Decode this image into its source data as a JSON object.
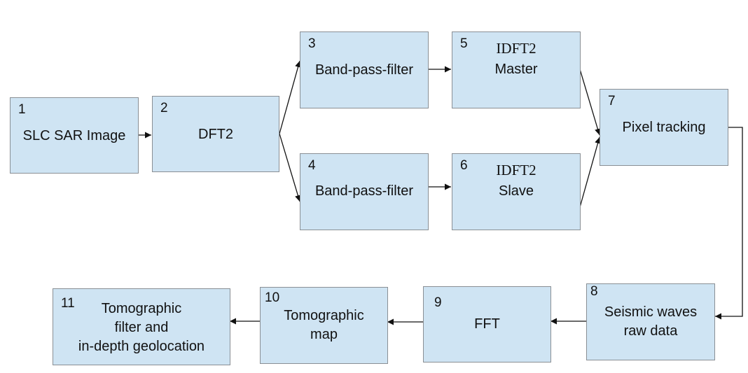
{
  "nodes": {
    "n1": {
      "num": "1",
      "lines": [
        "SLC SAR Image"
      ]
    },
    "n2": {
      "num": "2",
      "lines": [
        "DFT2"
      ]
    },
    "n3": {
      "num": "3",
      "lines": [
        "Band-pass-filter"
      ]
    },
    "n4": {
      "num": "4",
      "lines": [
        "Band-pass-filter"
      ]
    },
    "n5": {
      "num": "5",
      "lines": [
        "IDFT2",
        "Master"
      ]
    },
    "n6": {
      "num": "6",
      "lines": [
        "IDFT2",
        "Slave"
      ]
    },
    "n7": {
      "num": "7",
      "lines": [
        "Pixel tracking"
      ]
    },
    "n8": {
      "num": "8",
      "lines": [
        "Seismic waves",
        "raw data"
      ]
    },
    "n9": {
      "num": "9",
      "lines": [
        "FFT"
      ]
    },
    "n10": {
      "num": "10",
      "lines": [
        "Tomographic",
        "map"
      ]
    },
    "n11": {
      "num": "11",
      "lines": [
        "Tomographic",
        "filter and",
        "in-depth geolocation"
      ]
    }
  },
  "colors": {
    "box_fill": "#cfe4f3",
    "box_border": "#8a8f94",
    "arrow": "#111111"
  }
}
